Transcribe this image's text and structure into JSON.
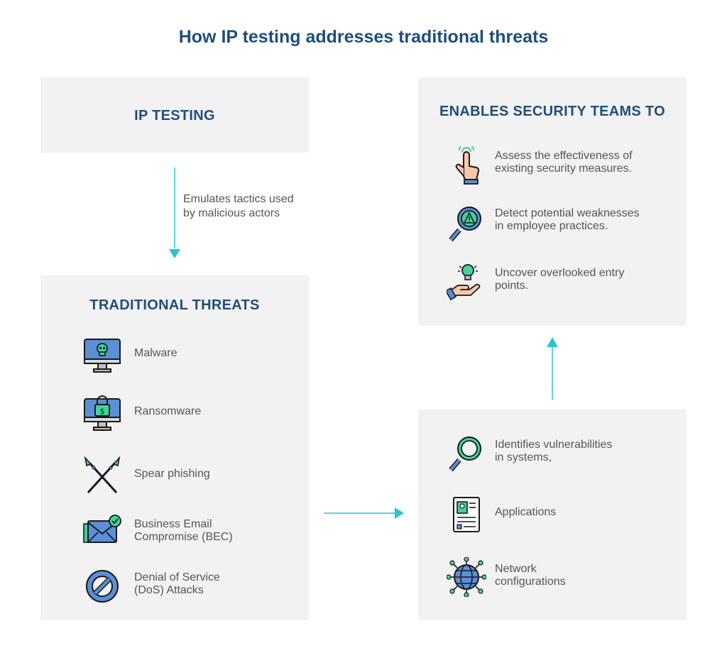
{
  "title": "How IP testing addresses traditional threats",
  "ip_testing": {
    "title": "IP TESTING"
  },
  "arrow_label": "Emulates tactics used\nby malicious actors",
  "traditional_threats": {
    "title": "TRADITIONAL THREATS",
    "items": [
      {
        "icon": "malware-skull-monitor-icon",
        "label": "Malware"
      },
      {
        "icon": "ransomware-lock-monitor-icon",
        "label": "Ransomware"
      },
      {
        "icon": "crossed-spears-icon",
        "label": "Spear phishing"
      },
      {
        "icon": "email-envelope-check-icon",
        "label": "Business Email\nCompromise (BEC)"
      },
      {
        "icon": "prohibited-sign-icon",
        "label": "Denial of Service\n(DoS) Attacks"
      }
    ]
  },
  "ip_results": {
    "items": [
      {
        "icon": "magnifier-icon",
        "label": "Identifies vulnerabilities\nin systems,"
      },
      {
        "icon": "document-profile-icon",
        "label": "Applications"
      },
      {
        "icon": "network-globe-icon",
        "label": "Network\nconfigurations"
      }
    ]
  },
  "security_teams": {
    "title": "ENABLES SECURITY TEAMS TO",
    "items": [
      {
        "icon": "hand-touch-icon",
        "label": "Assess the effectiveness of\nexisting security measures."
      },
      {
        "icon": "magnifier-warning-icon",
        "label": "Detect potential weaknesses\nin employee practices."
      },
      {
        "icon": "hand-lightbulb-icon",
        "label": "Uncover overlooked entry\npoints."
      }
    ]
  },
  "colors": {
    "title": "#1f4e79",
    "box_bg": "#f2f2f2",
    "arrow": "#2bc4d4",
    "icon_blue": "#5b8fd6",
    "icon_green": "#43d39a",
    "outline": "#1a1a1a"
  }
}
